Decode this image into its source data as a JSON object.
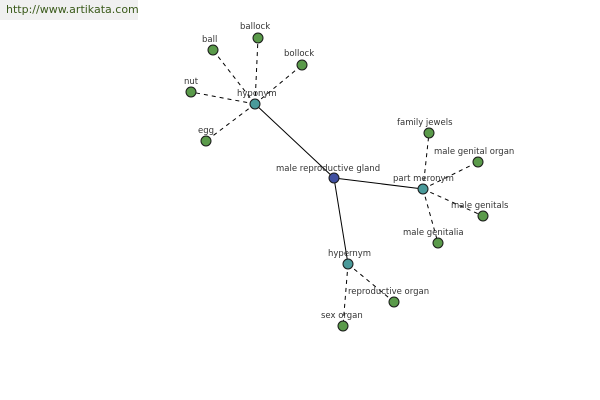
{
  "watermark": "http://www.artikata.com",
  "colors": {
    "root": "#3f4fa0",
    "relation": "#4a9a9a",
    "leaf": "#5a9a4a",
    "stroke": "#1a1a1a",
    "edge": "#000000"
  },
  "graph": {
    "nodes": [
      {
        "id": "root",
        "label": "male reproductive gland",
        "kind": "root"
      },
      {
        "id": "hyponym",
        "label": "hyponym",
        "kind": "relation"
      },
      {
        "id": "part_meronym",
        "label": "part meronym",
        "kind": "relation"
      },
      {
        "id": "hypernym",
        "label": "hypernym",
        "kind": "relation"
      },
      {
        "id": "ball",
        "label": "ball",
        "kind": "leaf"
      },
      {
        "id": "ballock",
        "label": "ballock",
        "kind": "leaf"
      },
      {
        "id": "bollock",
        "label": "bollock",
        "kind": "leaf"
      },
      {
        "id": "nut",
        "label": "nut",
        "kind": "leaf"
      },
      {
        "id": "egg",
        "label": "egg",
        "kind": "leaf"
      },
      {
        "id": "family_jewels",
        "label": "family jewels",
        "kind": "leaf"
      },
      {
        "id": "male_genital_organ",
        "label": "male genital organ",
        "kind": "leaf"
      },
      {
        "id": "male_genitals",
        "label": "male genitals",
        "kind": "leaf"
      },
      {
        "id": "male_genitalia",
        "label": "male genitalia",
        "kind": "leaf"
      },
      {
        "id": "reproductive_organ",
        "label": "reproductive organ",
        "kind": "leaf"
      },
      {
        "id": "sex_organ",
        "label": "sex organ",
        "kind": "leaf"
      }
    ],
    "edges": [
      {
        "from": "root",
        "to": "hyponym",
        "style": "solid"
      },
      {
        "from": "root",
        "to": "part_meronym",
        "style": "solid"
      },
      {
        "from": "root",
        "to": "hypernym",
        "style": "solid"
      },
      {
        "from": "hyponym",
        "to": "ball",
        "style": "dashed"
      },
      {
        "from": "hyponym",
        "to": "ballock",
        "style": "dashed"
      },
      {
        "from": "hyponym",
        "to": "bollock",
        "style": "dashed"
      },
      {
        "from": "hyponym",
        "to": "nut",
        "style": "dashed"
      },
      {
        "from": "hyponym",
        "to": "egg",
        "style": "dashed"
      },
      {
        "from": "part_meronym",
        "to": "family_jewels",
        "style": "dashed"
      },
      {
        "from": "part_meronym",
        "to": "male_genital_organ",
        "style": "dashed"
      },
      {
        "from": "part_meronym",
        "to": "male_genitals",
        "style": "dashed"
      },
      {
        "from": "part_meronym",
        "to": "male_genitalia",
        "style": "dashed"
      },
      {
        "from": "hypernym",
        "to": "reproductive_organ",
        "style": "dashed"
      },
      {
        "from": "hypernym",
        "to": "sex_organ",
        "style": "dashed"
      }
    ]
  }
}
